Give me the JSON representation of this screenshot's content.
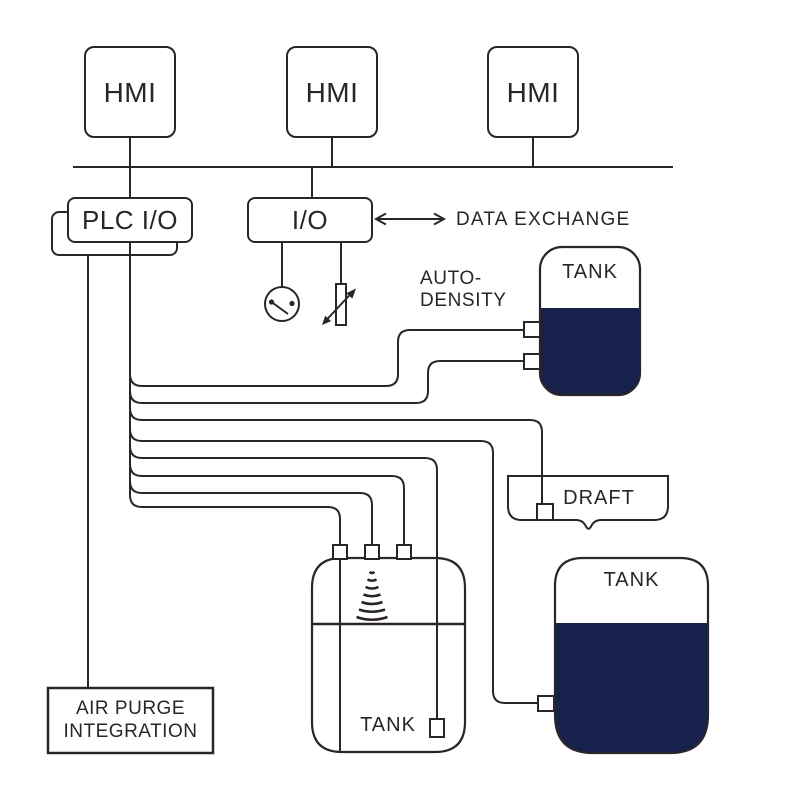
{
  "diagram": {
    "colors": {
      "line": "#2b2526",
      "tank_fill": "#16224c",
      "background": "#ffffff"
    },
    "labels": {
      "hmi1": "HMI",
      "hmi2": "HMI",
      "hmi3": "HMI",
      "plc_io": "PLC I/O",
      "io": "I/O",
      "data_exchange": "DATA EXCHANGE",
      "auto_density_line1": "AUTO-",
      "auto_density_line2": "DENSITY",
      "tank_auto_density": "TANK",
      "draft": "DRAFT",
      "tank_draft_side": "TANK",
      "tank_middle": "TANK",
      "air_purge_line1": "AIR PURGE",
      "air_purge_line2": "INTEGRATION"
    }
  }
}
